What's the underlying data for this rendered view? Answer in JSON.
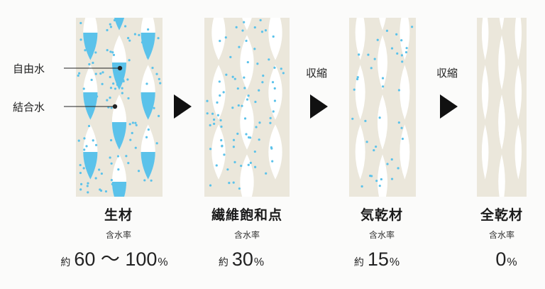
{
  "callouts": {
    "free_water": "自由水",
    "bound_water": "結合水"
  },
  "shrink_labels": [
    "収縮",
    "収縮"
  ],
  "colors": {
    "wood": "#ebe7db",
    "water": "#5bc2ea",
    "arrow": "#111111"
  },
  "stages": [
    {
      "title": "生材",
      "moisture_label": "含水率",
      "prefix": "約",
      "value": "60 ～ 100",
      "unit": "%",
      "moisture_min": 60,
      "moisture_max": 100,
      "free_water": true
    },
    {
      "title": "繊維飽和点",
      "moisture_label": "含水率",
      "prefix": "約",
      "value": "30",
      "unit": "%",
      "moisture_min": 30,
      "moisture_max": 30,
      "free_water": false
    },
    {
      "title": "気乾材",
      "moisture_label": "含水率",
      "prefix": "約",
      "value": "15",
      "unit": "%",
      "moisture_min": 15,
      "moisture_max": 15,
      "free_water": false
    },
    {
      "title": "全乾材",
      "moisture_label": "含水率",
      "prefix": "",
      "value": "0",
      "unit": "%",
      "moisture_min": 0,
      "moisture_max": 0,
      "free_water": false
    }
  ]
}
